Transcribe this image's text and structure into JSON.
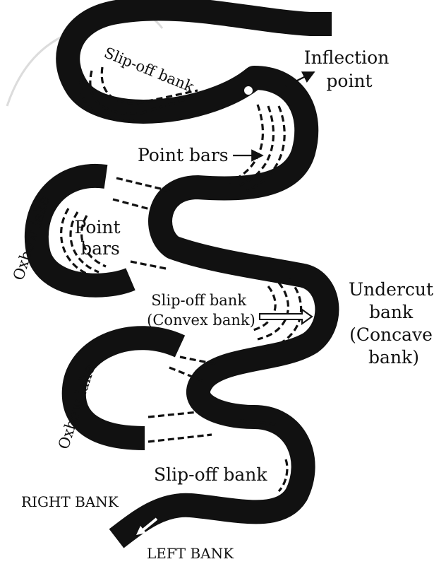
{
  "labels": {
    "inflection": [
      "Inflection",
      "point"
    ],
    "slip_off_top": "Slip-off bank",
    "point_bars_upper": "Point bars",
    "point_bars_left": [
      "Point",
      "bars"
    ],
    "oxbow_upper": "Oxbow lake",
    "slip_off_middle": [
      "Slip-off bank",
      "(Convex bank)"
    ],
    "undercut": [
      "Undercut",
      "bank",
      "(Concave",
      "bank)"
    ],
    "oxbow_lower": "Oxbow lake",
    "slip_off_bottom": "Slip-off bank",
    "right_bank": "RIGHT BANK",
    "left_bank": "LEFT BANK"
  },
  "colors": {
    "river": "#111111",
    "background": "#ffffff"
  }
}
